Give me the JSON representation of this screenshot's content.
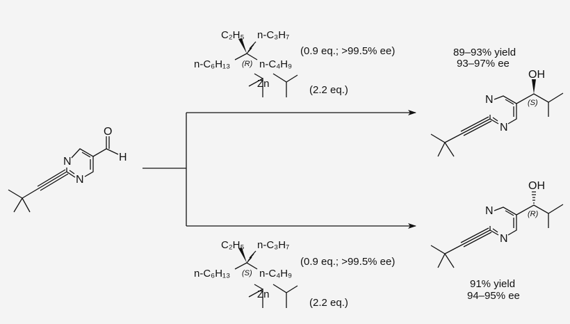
{
  "starting_material": {
    "atoms": {
      "n1": "N",
      "n3": "N",
      "o": "O",
      "h": "H"
    }
  },
  "top_route": {
    "ligand": {
      "c2h5": "C₂H₅",
      "c3h7": "n-C₃H₇",
      "c6h13": "n-C₆H₁₃",
      "c4h9": "n-C₄H₉",
      "stereo": "(R)"
    },
    "ligand_amount": "(0.9 eq.; >99.5% ee)",
    "zinc": "Zn",
    "zinc_amount": "(2.2 eq.)",
    "product": {
      "yield": "89–93% yield",
      "ee": "93–97% ee",
      "oh": "OH",
      "stereo": "(S)",
      "n1": "N",
      "n3": "N"
    }
  },
  "bottom_route": {
    "ligand": {
      "c2h5": "C₂H₅",
      "c3h7": "n-C₃H₇",
      "c6h13": "n-C₆H₁₃",
      "c4h9": "n-C₄H₉",
      "stereo": "(S)"
    },
    "ligand_amount": "(0.9 eq.; >99.5% ee)",
    "zinc": "Zn",
    "zinc_amount": "(2.2 eq.)",
    "product": {
      "yield": "91% yield",
      "ee": "94–95% ee",
      "oh": "OH",
      "stereo": "(R)",
      "n1": "N",
      "n3": "N"
    }
  }
}
